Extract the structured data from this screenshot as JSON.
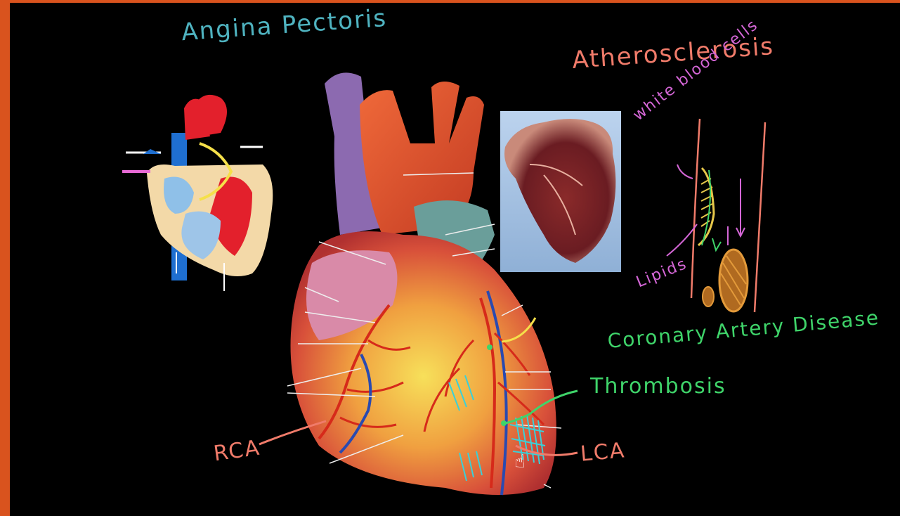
{
  "labels": {
    "title": "Angina Pectoris",
    "atherosclerosis": "Atherosclerosis",
    "white_blood_cells": "white blood cells",
    "lipids": "Lipids",
    "coronary_artery_disease": "Coronary Artery Disease",
    "thrombosis": "Thrombosis",
    "rca": "RCA",
    "lca": "LCA"
  },
  "colors": {
    "frame": "#d9531e",
    "title": "#4fb3c0",
    "atherosclerosis": "#f07b6a",
    "white_blood_cells": "#d466d6",
    "lipids": "#d466d6",
    "coronary_artery_disease": "#3fd46a",
    "thrombosis": "#3fd46a",
    "rca": "#f07b6a",
    "lca": "#f07b6a"
  },
  "icons": {
    "cursor": "hand-pointer-icon"
  }
}
